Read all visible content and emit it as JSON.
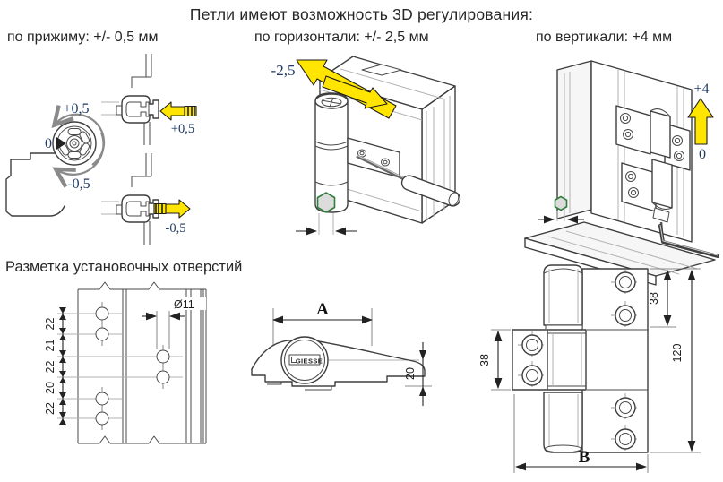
{
  "title": "Петли имеют возможность 3D регулирования:",
  "adjustments": {
    "compression": {
      "heading": "по прижиму: +/- 0,5 мм",
      "dial_plus": "+0,5",
      "dial_zero": "0",
      "dial_minus": "-0,5",
      "arrow_in_label": "+0,5",
      "arrow_out_label": "-0,5"
    },
    "horizontal": {
      "heading": "по горизонтали: +/- 2,5 мм",
      "value_label": "-2,5"
    },
    "vertical": {
      "heading": "по вертикали: +4 мм",
      "up_label": "+4",
      "zero_label": "0"
    }
  },
  "drilling": {
    "heading": "Разметка установочных отверстий",
    "hole_diameter_label": "Ø11",
    "spacing_labels": [
      "22",
      "21",
      "22",
      "20",
      "22"
    ],
    "top_view": {
      "width_label": "A",
      "height_label": "20",
      "brand": "GIESSE"
    },
    "front_view": {
      "top_hole_offset_label": "38",
      "height_label": "120",
      "side_hole_offset_label": "38",
      "width_label": "B"
    }
  },
  "colors": {
    "arrow_yellow": "#FFE500",
    "label_navy": "#1E3A66",
    "hex_green": "#2F7D3B"
  }
}
